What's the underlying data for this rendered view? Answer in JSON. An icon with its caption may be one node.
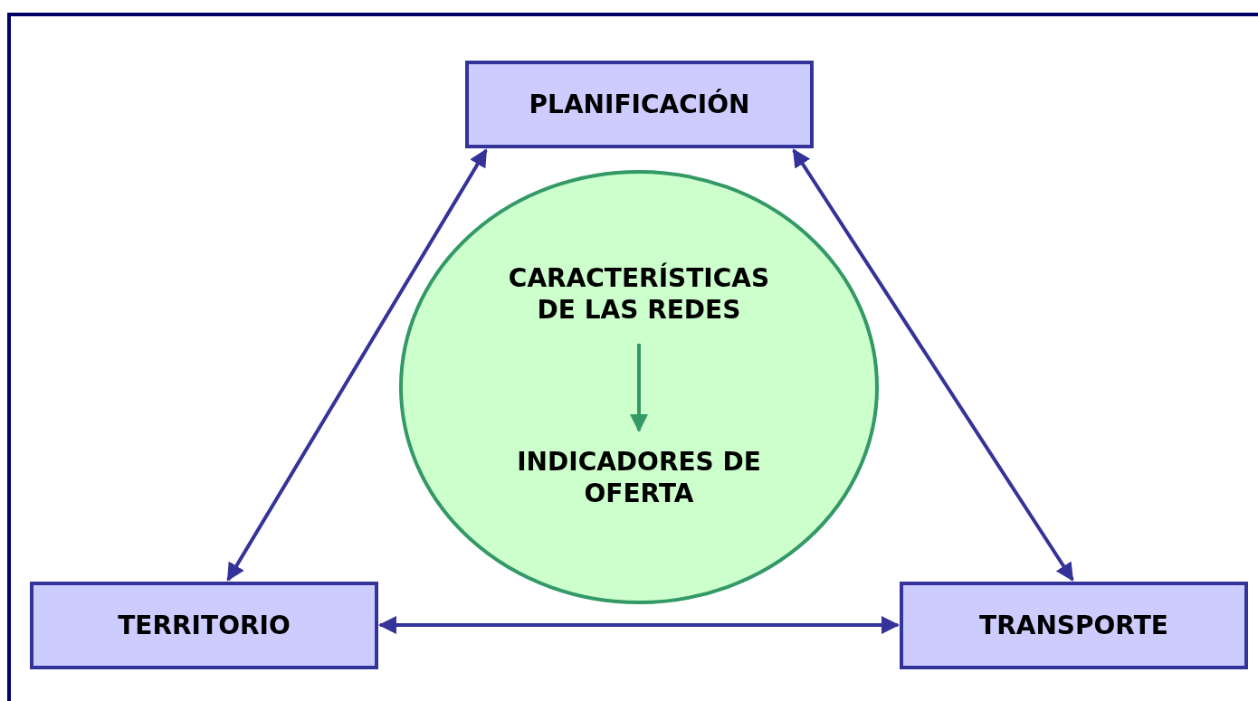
{
  "diagram": {
    "nodes": [
      {
        "text": [
          "PLANIFICACIÓN"
        ]
      },
      {
        "text": [],
        "shape": "circle"
      },
      {
        "text": [
          "CARACTERÍSTICAS DE LAS REDES"
        ],
        "in": 1
      },
      {
        "text": [
          "INDICADORES DE OFERTA"
        ],
        "in": 1
      },
      {
        "text": [
          "TERRITORIO"
        ]
      },
      {
        "text": [
          "TRANSPORTE"
        ]
      }
    ],
    "edges": [
      {
        "from": 0,
        "to": 4,
        "arrow": "both"
      },
      {
        "from": 0,
        "to": 5,
        "arrow": "both"
      },
      {
        "from": 4,
        "to": 5,
        "arrow": "both"
      },
      {
        "from": 2,
        "to": 3,
        "arrow": "to",
        "color": "#339966"
      }
    ]
  }
}
